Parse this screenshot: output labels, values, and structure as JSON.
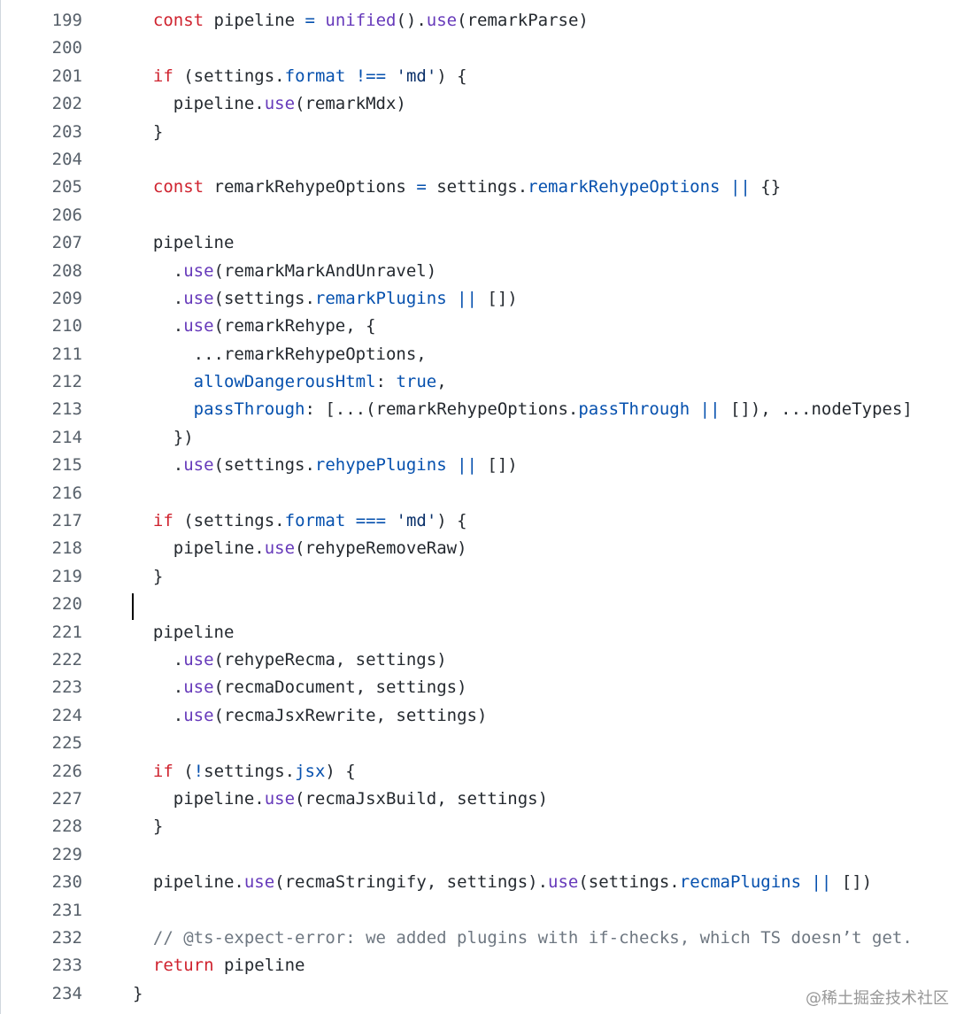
{
  "colors": {
    "keyword": "#cf222e",
    "function": "#6639ba",
    "property": "#0550ae",
    "string": "#0a3069",
    "comment": "#6e7781",
    "text": "#24292f",
    "line_number": "#57606a"
  },
  "code_lines": [
    {
      "n": "199",
      "tokens": [
        {
          "t": "  "
        },
        {
          "t": "const",
          "k": "kw"
        },
        {
          "t": " pipeline "
        },
        {
          "t": "=",
          "k": "op"
        },
        {
          "t": " "
        },
        {
          "t": "unified",
          "k": "fn"
        },
        {
          "t": "()."
        },
        {
          "t": "use",
          "k": "fn"
        },
        {
          "t": "(remarkParse)"
        }
      ]
    },
    {
      "n": "200",
      "tokens": []
    },
    {
      "n": "201",
      "tokens": [
        {
          "t": "  "
        },
        {
          "t": "if",
          "k": "kw"
        },
        {
          "t": " (settings."
        },
        {
          "t": "format",
          "k": "prop"
        },
        {
          "t": " "
        },
        {
          "t": "!==",
          "k": "op"
        },
        {
          "t": " "
        },
        {
          "t": "'md'",
          "k": "str"
        },
        {
          "t": ") {"
        }
      ]
    },
    {
      "n": "202",
      "tokens": [
        {
          "t": "    pipeline."
        },
        {
          "t": "use",
          "k": "fn"
        },
        {
          "t": "(remarkMdx)"
        }
      ]
    },
    {
      "n": "203",
      "tokens": [
        {
          "t": "  }"
        }
      ]
    },
    {
      "n": "204",
      "tokens": []
    },
    {
      "n": "205",
      "tokens": [
        {
          "t": "  "
        },
        {
          "t": "const",
          "k": "kw"
        },
        {
          "t": " remarkRehypeOptions "
        },
        {
          "t": "=",
          "k": "op"
        },
        {
          "t": " settings."
        },
        {
          "t": "remarkRehypeOptions",
          "k": "prop"
        },
        {
          "t": " "
        },
        {
          "t": "||",
          "k": "op"
        },
        {
          "t": " {}"
        }
      ]
    },
    {
      "n": "206",
      "tokens": []
    },
    {
      "n": "207",
      "tokens": [
        {
          "t": "  pipeline"
        }
      ]
    },
    {
      "n": "208",
      "tokens": [
        {
          "t": "    ."
        },
        {
          "t": "use",
          "k": "fn"
        },
        {
          "t": "(remarkMarkAndUnravel)"
        }
      ]
    },
    {
      "n": "209",
      "tokens": [
        {
          "t": "    ."
        },
        {
          "t": "use",
          "k": "fn"
        },
        {
          "t": "(settings."
        },
        {
          "t": "remarkPlugins",
          "k": "prop"
        },
        {
          "t": " "
        },
        {
          "t": "||",
          "k": "op"
        },
        {
          "t": " [])"
        }
      ]
    },
    {
      "n": "210",
      "tokens": [
        {
          "t": "    ."
        },
        {
          "t": "use",
          "k": "fn"
        },
        {
          "t": "(remarkRehype, {"
        }
      ]
    },
    {
      "n": "211",
      "tokens": [
        {
          "t": "      ...remarkRehypeOptions,"
        }
      ]
    },
    {
      "n": "212",
      "tokens": [
        {
          "t": "      "
        },
        {
          "t": "allowDangerousHtml",
          "k": "prop"
        },
        {
          "t": ": "
        },
        {
          "t": "true",
          "k": "bool"
        },
        {
          "t": ","
        }
      ]
    },
    {
      "n": "213",
      "tokens": [
        {
          "t": "      "
        },
        {
          "t": "passThrough",
          "k": "prop"
        },
        {
          "t": ": [...(remarkRehypeOptions."
        },
        {
          "t": "passThrough",
          "k": "prop"
        },
        {
          "t": " "
        },
        {
          "t": "||",
          "k": "op"
        },
        {
          "t": " []), ...nodeTypes]"
        }
      ]
    },
    {
      "n": "214",
      "tokens": [
        {
          "t": "    })"
        }
      ]
    },
    {
      "n": "215",
      "tokens": [
        {
          "t": "    ."
        },
        {
          "t": "use",
          "k": "fn"
        },
        {
          "t": "(settings."
        },
        {
          "t": "rehypePlugins",
          "k": "prop"
        },
        {
          "t": " "
        },
        {
          "t": "||",
          "k": "op"
        },
        {
          "t": " [])"
        }
      ]
    },
    {
      "n": "216",
      "tokens": []
    },
    {
      "n": "217",
      "tokens": [
        {
          "t": "  "
        },
        {
          "t": "if",
          "k": "kw"
        },
        {
          "t": " (settings."
        },
        {
          "t": "format",
          "k": "prop"
        },
        {
          "t": " "
        },
        {
          "t": "===",
          "k": "op"
        },
        {
          "t": " "
        },
        {
          "t": "'md'",
          "k": "str"
        },
        {
          "t": ") {"
        }
      ]
    },
    {
      "n": "218",
      "tokens": [
        {
          "t": "    pipeline."
        },
        {
          "t": "use",
          "k": "fn"
        },
        {
          "t": "(rehypeRemoveRaw)"
        }
      ]
    },
    {
      "n": "219",
      "tokens": [
        {
          "t": "  }"
        }
      ]
    },
    {
      "n": "220",
      "tokens": []
    },
    {
      "n": "221",
      "tokens": [
        {
          "t": "  pipeline"
        }
      ]
    },
    {
      "n": "222",
      "tokens": [
        {
          "t": "    ."
        },
        {
          "t": "use",
          "k": "fn"
        },
        {
          "t": "(rehypeRecma, settings)"
        }
      ]
    },
    {
      "n": "223",
      "tokens": [
        {
          "t": "    ."
        },
        {
          "t": "use",
          "k": "fn"
        },
        {
          "t": "(recmaDocument, settings)"
        }
      ]
    },
    {
      "n": "224",
      "tokens": [
        {
          "t": "    ."
        },
        {
          "t": "use",
          "k": "fn"
        },
        {
          "t": "(recmaJsxRewrite, settings)"
        }
      ]
    },
    {
      "n": "225",
      "tokens": []
    },
    {
      "n": "226",
      "tokens": [
        {
          "t": "  "
        },
        {
          "t": "if",
          "k": "kw"
        },
        {
          "t": " ("
        },
        {
          "t": "!",
          "k": "op"
        },
        {
          "t": "settings."
        },
        {
          "t": "jsx",
          "k": "prop"
        },
        {
          "t": ") {"
        }
      ]
    },
    {
      "n": "227",
      "tokens": [
        {
          "t": "    pipeline."
        },
        {
          "t": "use",
          "k": "fn"
        },
        {
          "t": "(recmaJsxBuild, settings)"
        }
      ]
    },
    {
      "n": "228",
      "tokens": [
        {
          "t": "  }"
        }
      ]
    },
    {
      "n": "229",
      "tokens": []
    },
    {
      "n": "230",
      "tokens": [
        {
          "t": "  pipeline."
        },
        {
          "t": "use",
          "k": "fn"
        },
        {
          "t": "(recmaStringify, settings)."
        },
        {
          "t": "use",
          "k": "fn"
        },
        {
          "t": "(settings."
        },
        {
          "t": "recmaPlugins",
          "k": "prop"
        },
        {
          "t": " "
        },
        {
          "t": "||",
          "k": "op"
        },
        {
          "t": " [])"
        }
      ]
    },
    {
      "n": "231",
      "tokens": []
    },
    {
      "n": "232",
      "tokens": [
        {
          "t": "  "
        },
        {
          "t": "// @ts-expect-error: we added plugins with if-checks, which TS doesn’t get.",
          "k": "com"
        }
      ]
    },
    {
      "n": "233",
      "tokens": [
        {
          "t": "  "
        },
        {
          "t": "return",
          "k": "kw"
        },
        {
          "t": " pipeline"
        }
      ]
    },
    {
      "n": "234",
      "tokens": [
        {
          "t": "}"
        }
      ]
    }
  ],
  "watermark": "@稀土掘金技术社区"
}
